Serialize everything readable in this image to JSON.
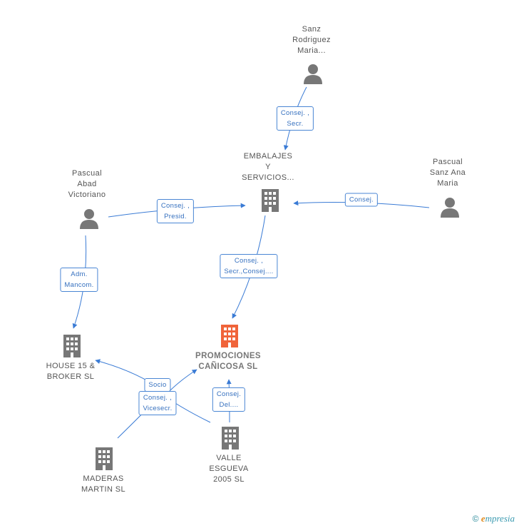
{
  "nodes": {
    "sanz_rodriguez": {
      "label": "Sanz\nRodriguez\nMaria...",
      "type": "person"
    },
    "embalajes": {
      "label": "EMBALAJES\nY\nSERVICIOS...",
      "type": "company"
    },
    "pascual_abad": {
      "label": "Pascual\nAbad\nVictoriano",
      "type": "person"
    },
    "pascual_sanz": {
      "label": "Pascual\nSanz Ana\nMaria",
      "type": "person"
    },
    "promociones": {
      "label": "PROMOCIONES\nCAÑICOSA SL",
      "type": "company-main"
    },
    "house15": {
      "label": "HOUSE 15 &\nBROKER SL",
      "type": "company"
    },
    "maderas": {
      "label": "MADERAS\nMARTIN SL",
      "type": "company"
    },
    "valle": {
      "label": "VALLE\nESGUEVA\n2005 SL",
      "type": "company"
    }
  },
  "edges": {
    "sanz_embalajes": "Consej. ,\nSecr.",
    "abad_embalajes": "Consej. ,\nPresid.",
    "sanzana_embalajes": "Consej.",
    "embalajes_promociones": "Consej. ,\nSecr.,Consej....",
    "abad_house": "Adm.\nMancom.",
    "maderas_socio": "Socio",
    "maderas_consej": "Consej. ,\nVicesecr.",
    "valle_promociones": "Consej.\nDel...."
  },
  "colors": {
    "edge": "#3a7bd5",
    "icon": "#777777",
    "main_icon": "#f0643a"
  },
  "footer": {
    "copyright": "©",
    "brand_e": "e",
    "brand_rest": "mpresia"
  }
}
